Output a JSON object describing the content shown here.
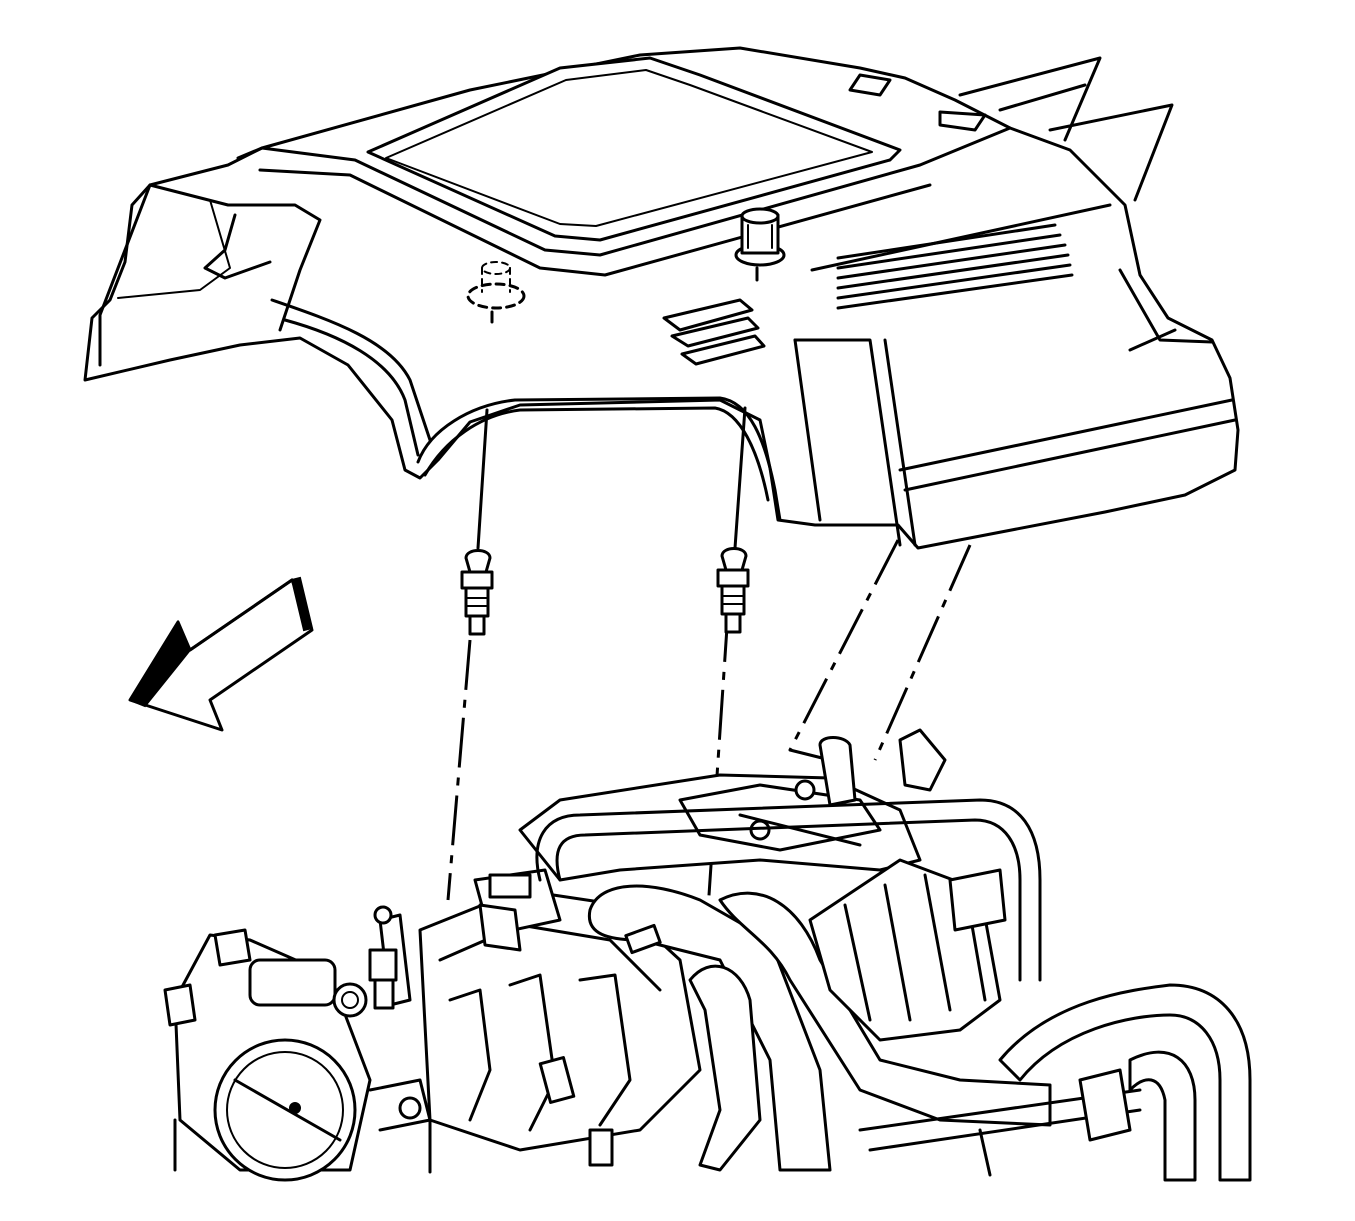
{
  "diagram": {
    "type": "exploded-view line illustration",
    "parts": [
      "engine-cover",
      "engine-cover-grommet",
      "mounting-stud",
      "intake-manifold",
      "throttle-body",
      "heater-hoses",
      "direction-arrow"
    ],
    "colors": {
      "line": "#000000",
      "background": "#ffffff"
    }
  }
}
